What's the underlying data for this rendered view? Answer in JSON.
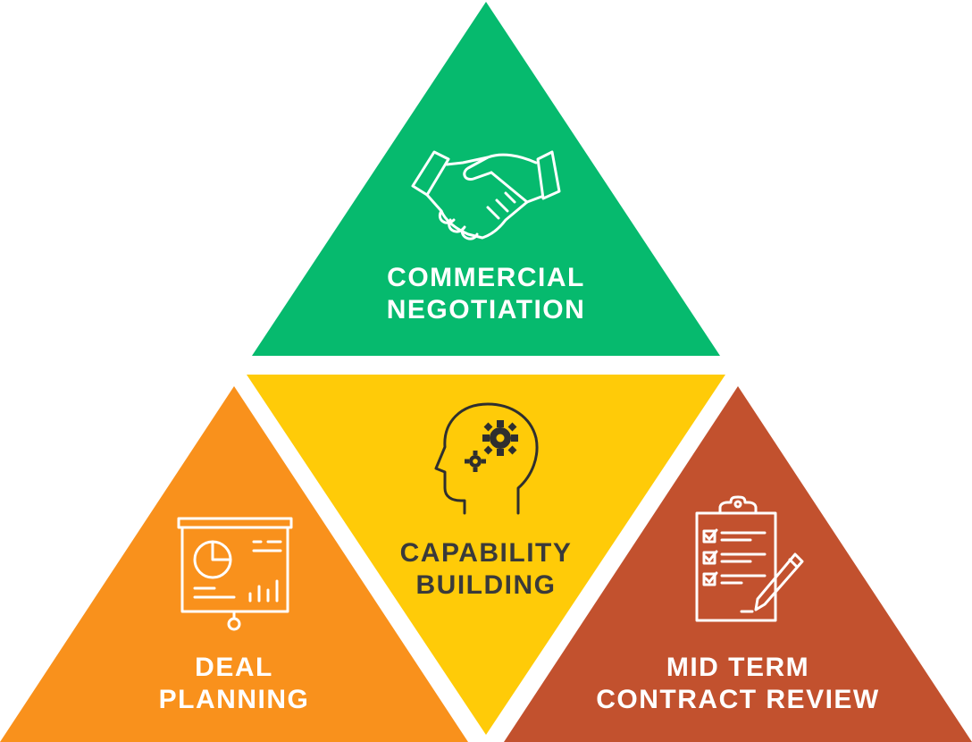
{
  "colors": {
    "green": "#06BA6E",
    "yellow": "#FFCB08",
    "orange": "#F9911C",
    "rust": "#C2512E",
    "light_text": "#FFFFFF",
    "dark_text": "#3A3A3A"
  },
  "sections": {
    "top": {
      "icon": "handshake-icon",
      "line1": "COMMERCIAL",
      "line2": "NEGOTIATION"
    },
    "center": {
      "icon": "head-with-gears-icon",
      "line1": "CAPABILITY",
      "line2": "BUILDING"
    },
    "left": {
      "icon": "presentation-board-icon",
      "line1": "DEAL",
      "line2": "PLANNING"
    },
    "right": {
      "icon": "clipboard-checklist-icon",
      "line1": "MID TERM",
      "line2": "CONTRACT REVIEW"
    }
  }
}
